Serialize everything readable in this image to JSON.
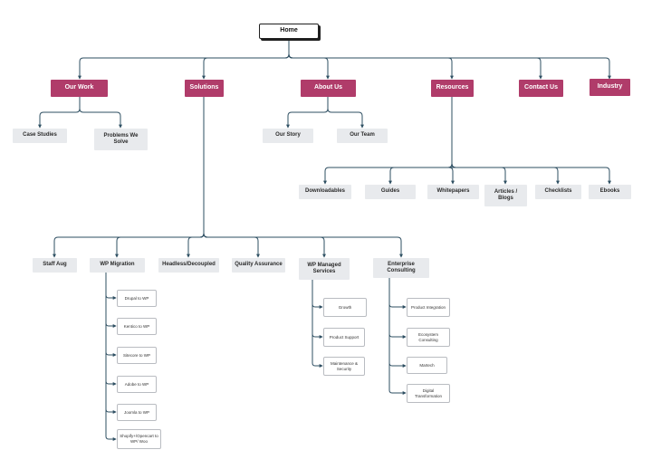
{
  "home": "Home",
  "top": {
    "our_work": "Our Work",
    "solutions": "Solutions",
    "about_us": "About Us",
    "resources": "Resources",
    "contact_us": "Contact Us",
    "industry": "Industry"
  },
  "our_work": {
    "case_studies": "Case Studies",
    "problems_we_solve": "Problems We Solve"
  },
  "about_us": {
    "our_story": "Our Story",
    "our_team": "Our Team"
  },
  "resources": {
    "downloadables": "Downloadables",
    "guides": "Guides",
    "whitepapers": "Whitepapers",
    "articles_blogs": "Articles / Blogs",
    "checklists": "Checklists",
    "ebooks": "Ebooks"
  },
  "solutions": {
    "staff_aug": "Staff Aug",
    "wp_migration": "WP Migration",
    "headless": "Headless/Decoupled",
    "quality_assurance": "Quality Assurance",
    "wp_managed": "WP Managed Services",
    "enterprise": "Enterprise Consulting"
  },
  "wp_migration": {
    "drupal": "Drupal to WP",
    "kentico": "Kentico to WP",
    "sitecore": "Sitecore to WP",
    "adobe": "Adobe to WP",
    "joomla": "Joomla to WP",
    "shopify": "Shopify+/Opencart to WP/ Woo"
  },
  "wp_managed": {
    "growth": "Growth",
    "product_support": "Product Support",
    "maintenance": "Maintenance & Security"
  },
  "enterprise": {
    "product_integration": "Product Integration",
    "ecosystem": "Ecosystem Consulting",
    "martech": "Martech",
    "digital_transformation": "Digital Transformation"
  },
  "colors": {
    "primary": "#b03c6a",
    "secondary": "#e8eaed",
    "connector": "#2e4f62"
  }
}
